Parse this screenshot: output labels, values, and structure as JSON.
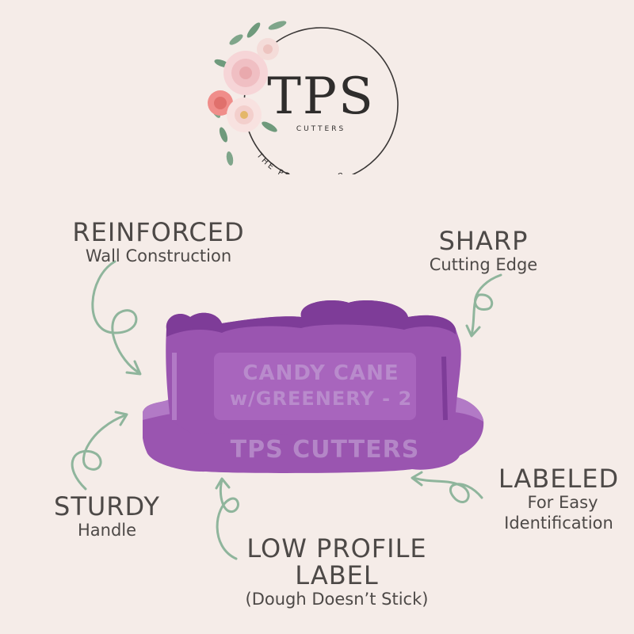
{
  "logo": {
    "brand": "TPS",
    "sub": "CUTTERS",
    "ring_text": "THE PRINT SHOP"
  },
  "product": {
    "label_top": "CANDY CANE",
    "label_bottom": "w/GREENERY - 2",
    "base_text": "TPS CUTTERS"
  },
  "features": {
    "reinforced": {
      "title": "REINFORCED",
      "sub": "Wall Construction"
    },
    "sharp": {
      "title": "SHARP",
      "sub": "Cutting Edge"
    },
    "sturdy": {
      "title": "STURDY",
      "sub": "Handle"
    },
    "labeled": {
      "title": "LABELED",
      "sub1": "For Easy",
      "sub2": "Identification"
    },
    "low_profile": {
      "title1": "LOW PROFILE",
      "title2": "LABEL",
      "sub": "(Dough Doesn’t Stick)"
    }
  },
  "colors": {
    "background": "#f5ece8",
    "text": "#4d4947",
    "arrow": "#8fb59c",
    "cutter_main": "#9a55b0",
    "cutter_dark": "#7e3c98",
    "cutter_light": "#b27ac6"
  }
}
